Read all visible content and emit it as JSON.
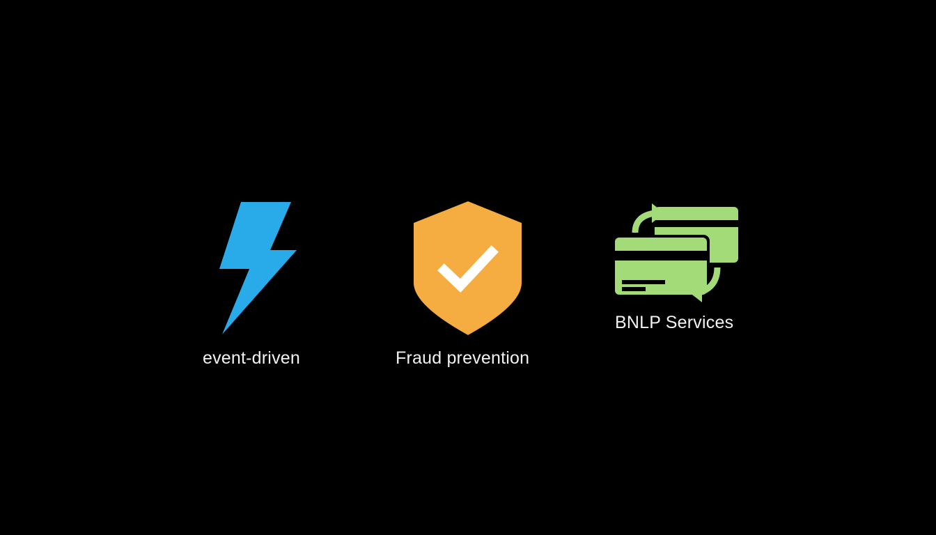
{
  "slide": {
    "background": "#000000"
  },
  "features": [
    {
      "label": "event-driven",
      "icon": "lightning-bolt-icon",
      "color": "#29abe9"
    },
    {
      "label": "Fraud prevention",
      "icon": "shield-check-icon",
      "color": "#f5ad41"
    },
    {
      "label": "BNLP Services",
      "icon": "credit-cards-exchange-icon",
      "color": "#a2db78"
    }
  ]
}
